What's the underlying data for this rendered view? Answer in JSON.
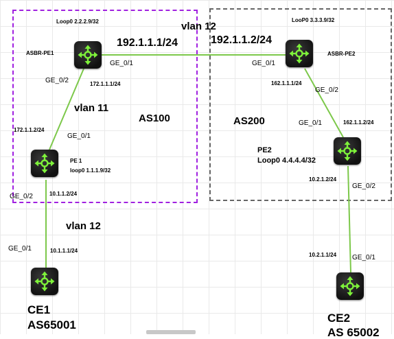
{
  "as_groups": {
    "as100": {
      "label": "AS100",
      "border_color": "#a020e0"
    },
    "as200": {
      "label": "AS200",
      "border_color": "#666666"
    }
  },
  "colors": {
    "link": "#7cc84a",
    "router_icon": "#7ef23a",
    "router_body": "#1a1a1a"
  },
  "devices": {
    "asbr_pe1": {
      "name": "ASBR-PE1",
      "loopback": "Loop0 2.2.2.9/32",
      "icon": "router-icon"
    },
    "asbr_pe2": {
      "name": "ASBR-PE2",
      "loopback": "LooP0 3.3.3.9/32",
      "icon": "router-icon"
    },
    "pe1": {
      "name": "PE 1",
      "loopback": "loop0 1.1.1.9/32",
      "icon": "router-icon"
    },
    "pe2": {
      "name": "PE2",
      "loopback": "Loop0 4.4.4.4/32",
      "icon": "router-icon"
    },
    "ce1": {
      "name": "CE1",
      "as": "AS65001",
      "icon": "router-icon"
    },
    "ce2": {
      "name": "CE2",
      "as": "AS 65002",
      "icon": "router-icon"
    }
  },
  "links": {
    "asbr_interconnect": {
      "vlan": "vlan 12",
      "asbr_pe1_ip": "192.1.1.1/24",
      "asbr_pe1_port": "GE_0/1",
      "asbr_pe2_ip": "192.1.1.2/24",
      "asbr_pe2_port": "GE_0/1"
    },
    "pe1_asbr_pe1": {
      "vlan": "vlan 11",
      "asbr_pe1_port": "GE_0/2",
      "asbr_pe1_ip": "172.1.1.1/24",
      "pe1_ip": "172.1.1.2/24",
      "pe1_port": "GE_0/1"
    },
    "pe1_ce1": {
      "vlan": "vlan 12",
      "pe1_port": "GE_0/2",
      "pe1_ip": "10.1.1.2/24",
      "ce1_port": "GE_0/1",
      "ce1_ip": "10.1.1.1/24"
    },
    "asbr_pe2_pe2": {
      "asbr_pe2_ip": "162.1.1.1/24",
      "asbr_pe2_port": "GE_0/2",
      "pe2_port": "GE_0/1",
      "pe2_ip": "162.1.1.2/24"
    },
    "pe2_ce2": {
      "pe2_ip": "10.2.1.2/24",
      "pe2_port": "GE_0/2",
      "ce2_ip": "10.2.1.1/24",
      "ce2_port": "GE_0/1"
    }
  }
}
